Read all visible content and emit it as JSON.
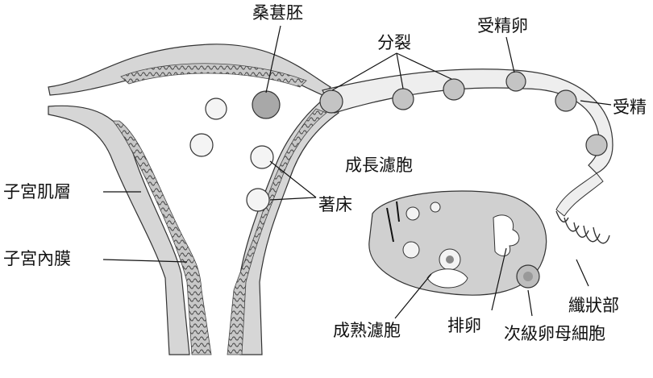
{
  "diagram": {
    "labels": {
      "morula": "桑葚胚",
      "cleavage": "分裂",
      "fertilized_egg": "受精卵",
      "fertilization": "受精",
      "growing_follicle": "成長濾胞",
      "implantation": "著床",
      "myometrium": "子宮肌層",
      "endometrium": "子宮內膜",
      "mature_follicle": "成熟濾胞",
      "ovulation": "排卵",
      "secondary_oocyte": "次級卵母細胞",
      "fimbriae": "纖狀部"
    },
    "colors": {
      "ink": "#111111",
      "tissue_fill": "#d6d6d6",
      "endometrium_fill": "#9a9a9a",
      "tube_fill": "#eeeeee",
      "background": "#ffffff"
    }
  }
}
